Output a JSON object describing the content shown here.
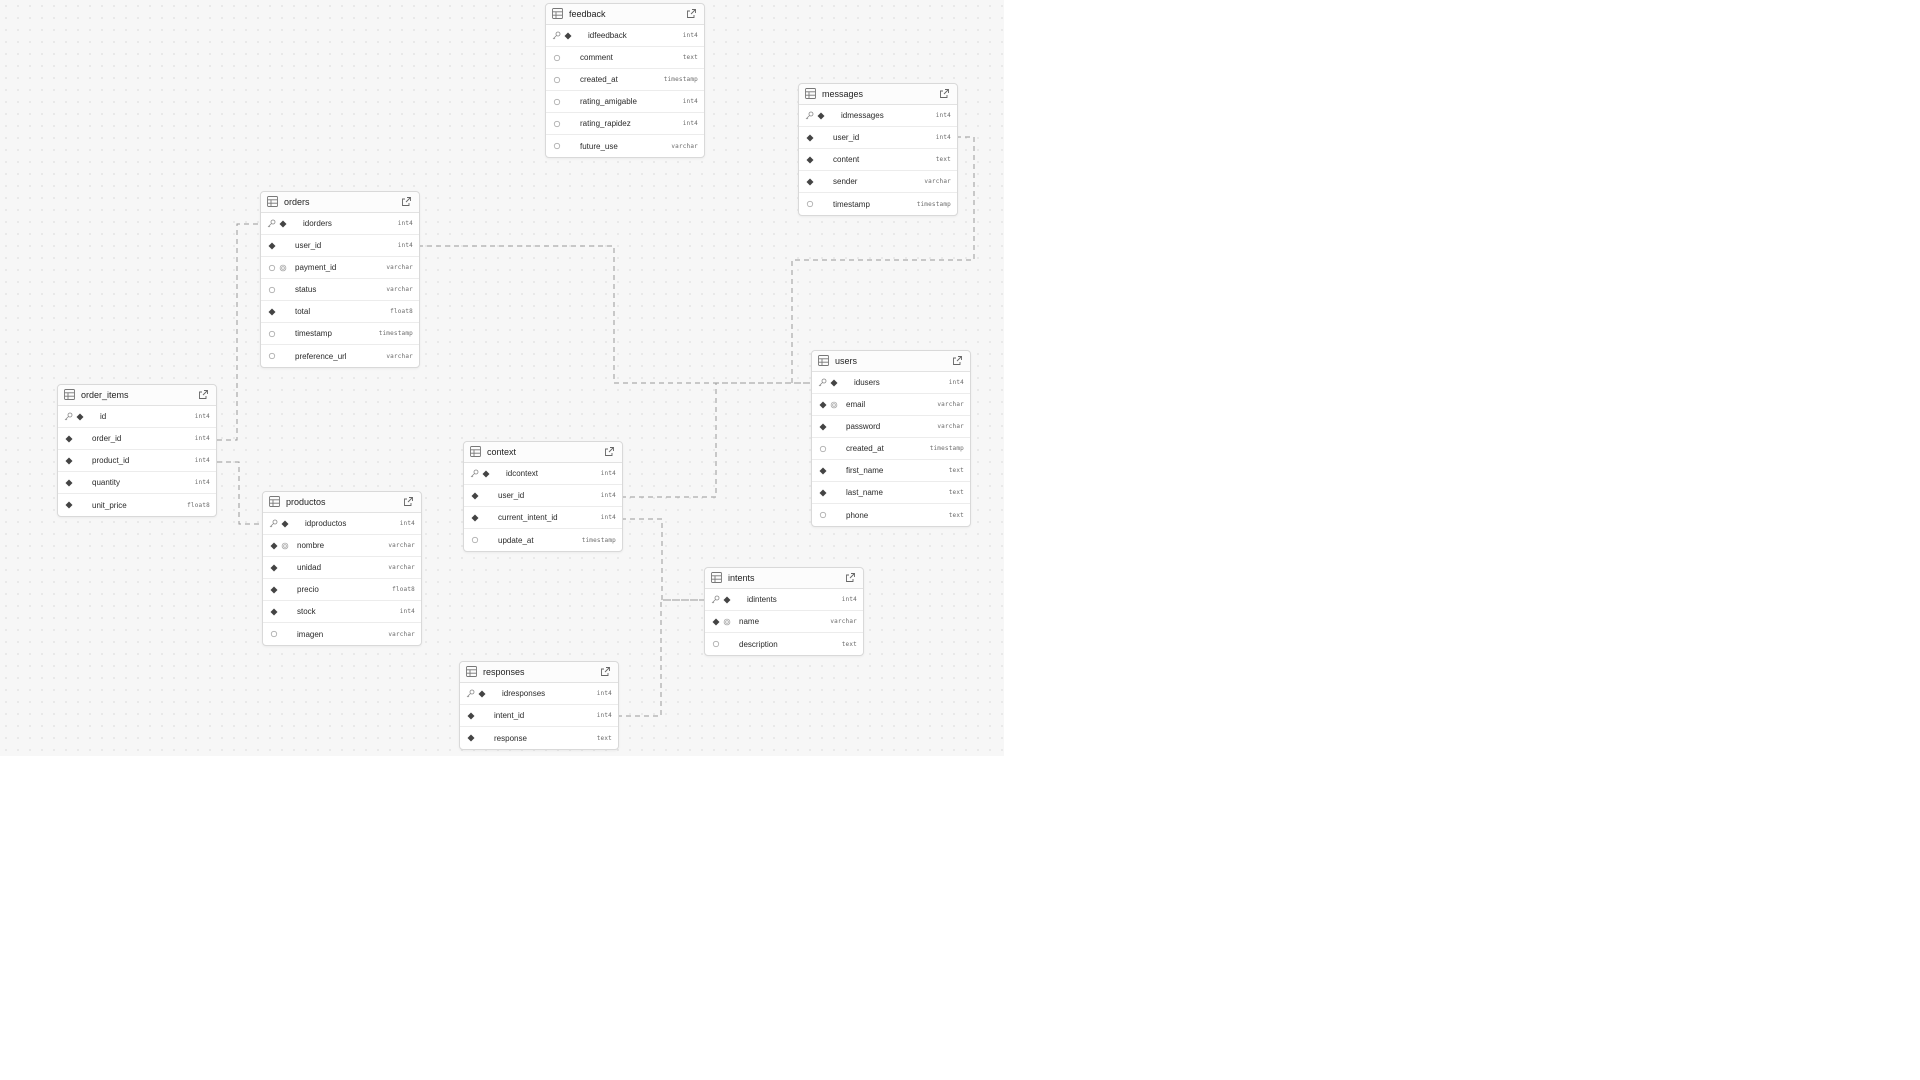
{
  "tables": {
    "feedback": {
      "name": "feedback",
      "columns": [
        {
          "name": "idfeedback",
          "type": "int4"
        },
        {
          "name": "comment",
          "type": "text"
        },
        {
          "name": "created_at",
          "type": "timestamp"
        },
        {
          "name": "rating_amigable",
          "type": "int4"
        },
        {
          "name": "rating_rapidez",
          "type": "int4"
        },
        {
          "name": "future_use",
          "type": "varchar"
        }
      ]
    },
    "messages": {
      "name": "messages",
      "columns": [
        {
          "name": "idmessages",
          "type": "int4"
        },
        {
          "name": "user_id",
          "type": "int4"
        },
        {
          "name": "content",
          "type": "text"
        },
        {
          "name": "sender",
          "type": "varchar"
        },
        {
          "name": "timestamp",
          "type": "timestamp"
        }
      ]
    },
    "orders": {
      "name": "orders",
      "columns": [
        {
          "name": "idorders",
          "type": "int4"
        },
        {
          "name": "user_id",
          "type": "int4"
        },
        {
          "name": "payment_id",
          "type": "varchar"
        },
        {
          "name": "status",
          "type": "varchar"
        },
        {
          "name": "total",
          "type": "float8"
        },
        {
          "name": "timestamp",
          "type": "timestamp"
        },
        {
          "name": "preference_url",
          "type": "varchar"
        }
      ]
    },
    "order_items": {
      "name": "order_items",
      "columns": [
        {
          "name": "id",
          "type": "int4"
        },
        {
          "name": "order_id",
          "type": "int4"
        },
        {
          "name": "product_id",
          "type": "int4"
        },
        {
          "name": "quantity",
          "type": "int4"
        },
        {
          "name": "unit_price",
          "type": "float8"
        }
      ]
    },
    "users": {
      "name": "users",
      "columns": [
        {
          "name": "idusers",
          "type": "int4"
        },
        {
          "name": "email",
          "type": "varchar"
        },
        {
          "name": "password",
          "type": "varchar"
        },
        {
          "name": "created_at",
          "type": "timestamp"
        },
        {
          "name": "first_name",
          "type": "text"
        },
        {
          "name": "last_name",
          "type": "text"
        },
        {
          "name": "phone",
          "type": "text"
        }
      ]
    },
    "context": {
      "name": "context",
      "columns": [
        {
          "name": "idcontext",
          "type": "int4"
        },
        {
          "name": "user_id",
          "type": "int4"
        },
        {
          "name": "current_intent_id",
          "type": "int4"
        },
        {
          "name": "update_at",
          "type": "timestamp"
        }
      ]
    },
    "productos": {
      "name": "productos",
      "columns": [
        {
          "name": "idproductos",
          "type": "int4"
        },
        {
          "name": "nombre",
          "type": "varchar"
        },
        {
          "name": "unidad",
          "type": "varchar"
        },
        {
          "name": "precio",
          "type": "float8"
        },
        {
          "name": "stock",
          "type": "int4"
        },
        {
          "name": "imagen",
          "type": "varchar"
        }
      ]
    },
    "intents": {
      "name": "intents",
      "columns": [
        {
          "name": "idintents",
          "type": "int4"
        },
        {
          "name": "name",
          "type": "varchar"
        },
        {
          "name": "description",
          "type": "text"
        }
      ]
    },
    "responses": {
      "name": "responses",
      "columns": [
        {
          "name": "idresponses",
          "type": "int4"
        },
        {
          "name": "intent_id",
          "type": "int4"
        },
        {
          "name": "response",
          "type": "text"
        }
      ]
    }
  },
  "colors": {
    "canvas": "#f7f7f7",
    "link": "#9a9a9a",
    "icon": "#444444"
  }
}
